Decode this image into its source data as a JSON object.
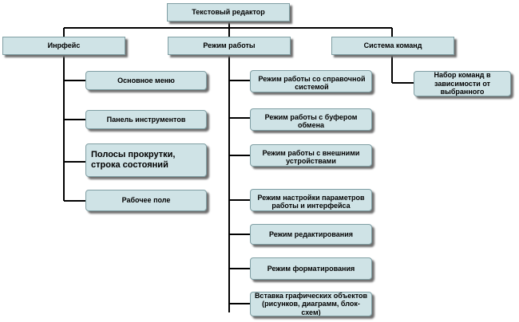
{
  "root": "Текстовый редактор",
  "columns": [
    {
      "title": "Инрфейс",
      "children": [
        "Основное меню",
        "Панель инструментов",
        "Полосы прокрутки, строка состояний",
        "Рабочее поле"
      ]
    },
    {
      "title": "Режим работы",
      "children": [
        "Режим работы со справочной системой",
        "Режим работы с буфером обмена",
        "Режим работы с внешними устройствами",
        "Режим настройки параметров работы и интерфейса",
        "Режим редактирования",
        "Режим форматирования",
        "Вставка графических объектов (рисунков, диаграмм, блок-схем)"
      ]
    },
    {
      "title": "Система команд",
      "children": [
        "Набор команд в зависимости от выбранного"
      ]
    }
  ]
}
